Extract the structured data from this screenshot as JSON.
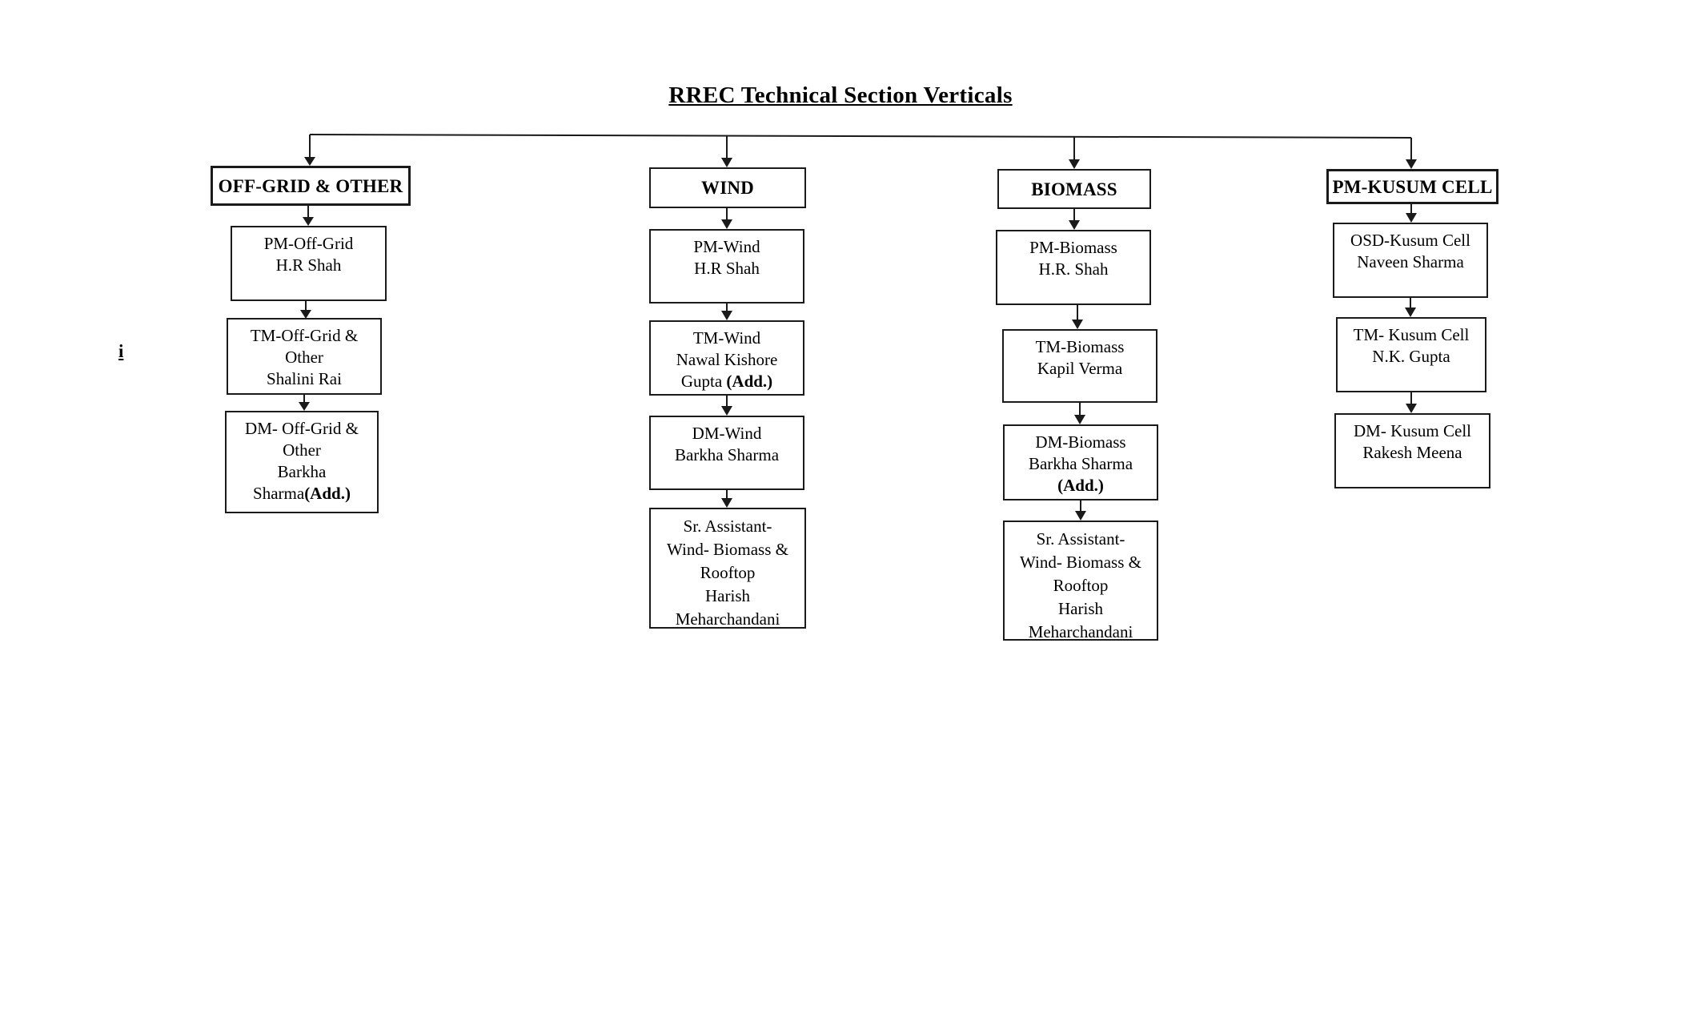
{
  "title": "RREC Technical Section Verticals",
  "footnote_marker": "i",
  "colors": {
    "text": "#000000",
    "background": "#ffffff",
    "line": "#1a1a1a"
  },
  "columns": [
    {
      "header": "OFF-GRID & OTHER",
      "boxes": [
        {
          "lines": [
            {
              "t": "PM-Off-Grid"
            },
            {
              "t": "H.R Shah"
            }
          ]
        },
        {
          "lines": [
            {
              "t": "TM-Off-Grid &"
            },
            {
              "t": "Other"
            },
            {
              "t": "Shalini Rai"
            }
          ]
        },
        {
          "lines": [
            {
              "t": "DM- Off-Grid &"
            },
            {
              "t": "Other"
            },
            {
              "t": "Barkha"
            },
            {
              "t": "Sharma",
              "b": "(Add.)"
            }
          ]
        }
      ]
    },
    {
      "header": "WIND",
      "boxes": [
        {
          "lines": [
            {
              "t": "PM-Wind"
            },
            {
              "t": "H.R Shah"
            }
          ]
        },
        {
          "lines": [
            {
              "t": "TM-Wind"
            },
            {
              "t": "Nawal Kishore"
            },
            {
              "t": "Gupta ",
              "b": "(Add.)"
            }
          ]
        },
        {
          "lines": [
            {
              "t": "DM-Wind"
            },
            {
              "t": "Barkha Sharma"
            }
          ]
        },
        {
          "lines": [
            {
              "t": "Sr. Assistant-"
            },
            {
              "t": "Wind- Biomass &"
            },
            {
              "t": "Rooftop"
            },
            {
              "t": "Harish"
            },
            {
              "t": "Meharchandani"
            }
          ]
        }
      ]
    },
    {
      "header": "BIOMASS",
      "boxes": [
        {
          "lines": [
            {
              "t": "PM-Biomass"
            },
            {
              "t": "H.R. Shah"
            }
          ]
        },
        {
          "lines": [
            {
              "t": "TM-Biomass"
            },
            {
              "t": "Kapil Verma"
            }
          ]
        },
        {
          "lines": [
            {
              "t": "DM-Biomass"
            },
            {
              "t": "Barkha Sharma"
            },
            {
              "t": "",
              "b": "(Add.)"
            }
          ]
        },
        {
          "lines": [
            {
              "t": "Sr. Assistant-"
            },
            {
              "t": "Wind- Biomass &"
            },
            {
              "t": "Rooftop"
            },
            {
              "t": "Harish"
            },
            {
              "t": "Meharchandani"
            }
          ]
        }
      ]
    },
    {
      "header": "PM-KUSUM CELL",
      "boxes": [
        {
          "lines": [
            {
              "t": "OSD-Kusum Cell"
            },
            {
              "t": "Naveen Sharma"
            }
          ]
        },
        {
          "lines": [
            {
              "t": "TM- Kusum Cell"
            },
            {
              "t": "N.K. Gupta"
            }
          ]
        },
        {
          "lines": [
            {
              "t": "DM- Kusum Cell"
            },
            {
              "t": "Rakesh Meena"
            }
          ]
        }
      ]
    }
  ]
}
